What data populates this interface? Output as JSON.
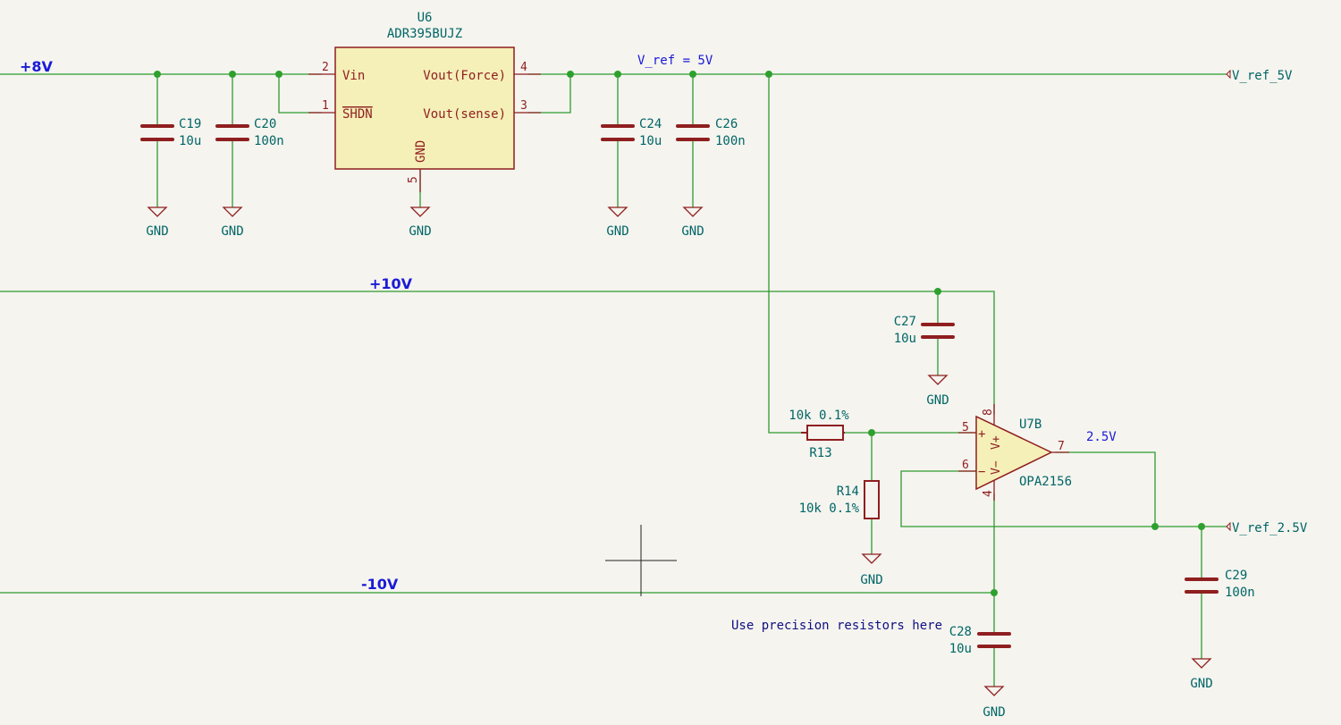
{
  "colors": {
    "background": "#f5f4ef",
    "wire": "#2f9a2f",
    "component": "#8f1f1f",
    "ic_fill": "#f5efb8",
    "label_teal": "#006666",
    "net_blue": "#1a1ad6",
    "note_navy": "#101080",
    "junction": "#2ea02e"
  },
  "power_rails": {
    "p8v": "+8V",
    "p10v": "+10V",
    "n10v": "-10V"
  },
  "nets": {
    "vref_label": "V_ref = 5V",
    "half_label": "2.5V",
    "out_5v": "V_ref_5V",
    "out_2v5": "V_ref_2.5V"
  },
  "u6": {
    "ref": "U6",
    "value": "ADR395BUJZ",
    "pin_vin": "Vin",
    "pin_shdn": "SHDN",
    "pin_vout_force": "Vout(Force)",
    "pin_vout_sense": "Vout(sense)",
    "pin_gnd": "GND",
    "pin_num_2": "2",
    "pin_num_1": "1",
    "pin_num_4": "4",
    "pin_num_3": "3",
    "pin_num_5": "5"
  },
  "u7b": {
    "ref": "U7B",
    "value": "OPA2156",
    "pin_5": "5",
    "pin_6": "6",
    "pin_7": "7",
    "pin_8": "8",
    "pin_4": "4",
    "plus": "+",
    "minus": "−",
    "vplus": "V+",
    "vminus": "V−"
  },
  "capacitors": {
    "c19": {
      "ref": "C19",
      "value": "10u"
    },
    "c20": {
      "ref": "C20",
      "value": "100n"
    },
    "c24": {
      "ref": "C24",
      "value": "10u"
    },
    "c26": {
      "ref": "C26",
      "value": "100n"
    },
    "c27": {
      "ref": "C27",
      "value": "10u"
    },
    "c28": {
      "ref": "C28",
      "value": "10u"
    },
    "c29": {
      "ref": "C29",
      "value": "100n"
    }
  },
  "resistors": {
    "r13": {
      "ref": "R13",
      "value": "10k 0.1%"
    },
    "r14": {
      "ref": "R14",
      "value": "10k 0.1%"
    }
  },
  "gnd_label": "GND",
  "note": "Use precision resistors here"
}
